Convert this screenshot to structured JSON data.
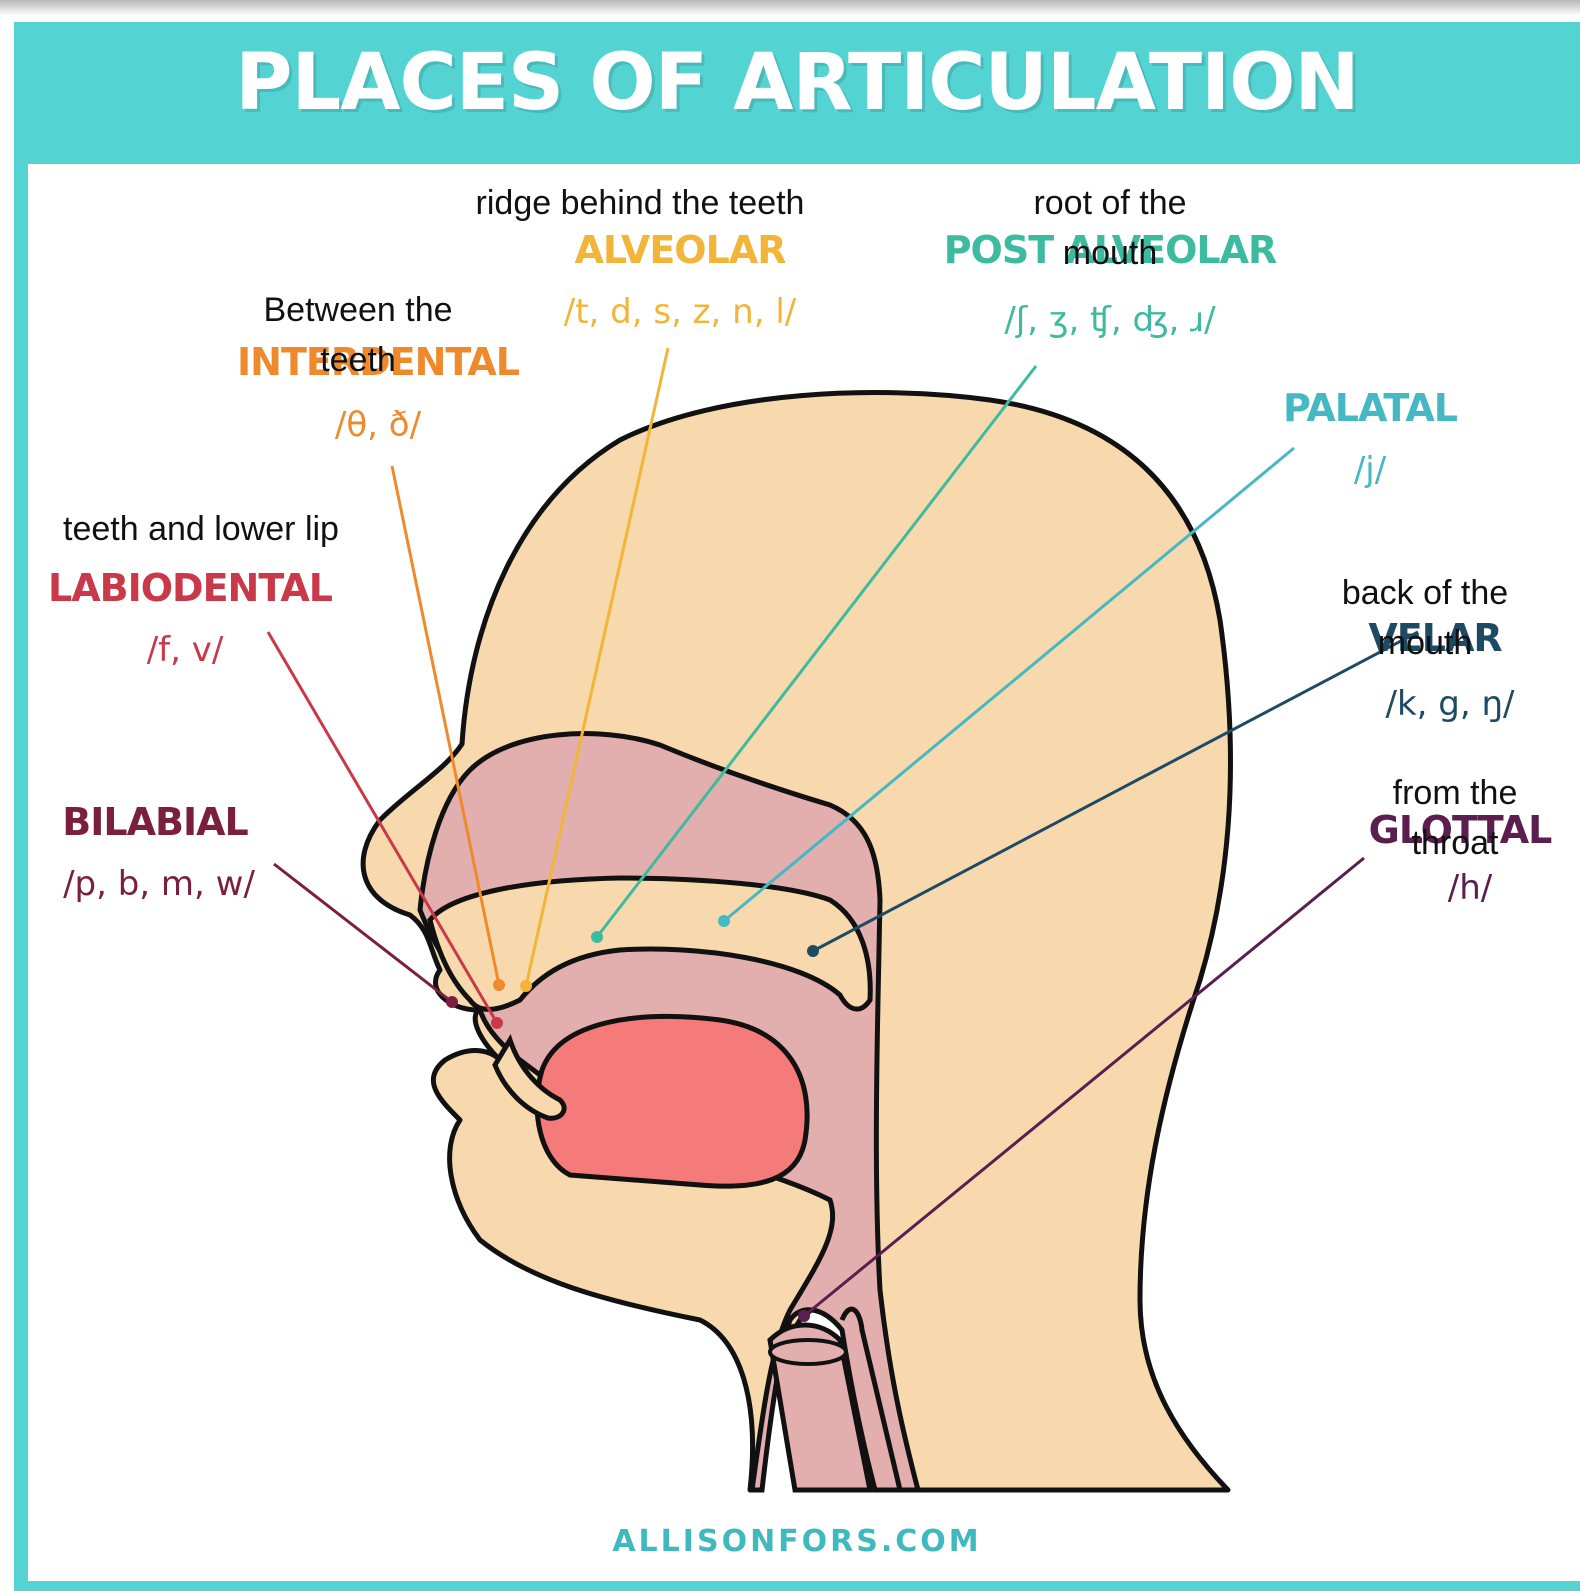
{
  "title": "PLACES OF ARTICULATION",
  "footer": "ALLISONFORS.COM",
  "colors": {
    "banner": "#54d3d3",
    "skin": "#f8d9ad",
    "cavity": "#e3aeae",
    "tongue": "#f57a7a",
    "outline": "#111111"
  },
  "places": {
    "alveolar": {
      "description": "ridge behind the teeth",
      "name": "ALVEOLAR",
      "sounds": "/t, d, s, z, n, l/",
      "color": "#f2b53a"
    },
    "postalveolar": {
      "description_1": "root of the",
      "description_2": "mouth",
      "name": "POST ALVEOLAR",
      "sounds": "/ʃ, ʒ, ʧ, ʤ, ɹ/",
      "color": "#3dbba0"
    },
    "interdental": {
      "description_1": "Between the",
      "description_2": "teeth",
      "name": "INTERDENTAL",
      "sounds": "/θ, ð/",
      "color": "#ef8a2c"
    },
    "palatal": {
      "name": "PALATAL",
      "sounds": "/j/",
      "color": "#46b8c4"
    },
    "labiodental": {
      "description": "teeth and lower lip",
      "name": "LABIODENTAL",
      "sounds": "/f, v/",
      "color": "#c9394a"
    },
    "velar": {
      "description_1": "back of the",
      "description_2": "mouth",
      "name": "VELAR",
      "sounds": "/k, g, ŋ/",
      "color": "#1e4a63"
    },
    "bilabial": {
      "name": "BILABIAL",
      "sounds": "/p, b, m, w/",
      "color": "#7a1f3d"
    },
    "glottal": {
      "description_1": "from the",
      "description_2": "throat",
      "name": "GLOTTAL",
      "sounds": "/h/",
      "color": "#5a1f4f"
    }
  }
}
